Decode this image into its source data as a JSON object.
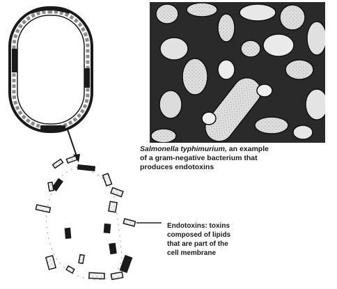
{
  "photo_caption": {
    "species": "Salmonella typhimurium,",
    "line1_rest": " an example",
    "line2": "of a gram-negative bacterium that",
    "line3": "produces endotoxins"
  },
  "endotoxin_label": {
    "line1": "Endotoxins: toxins",
    "line2": "composed of lipids",
    "line3": "that are part of the",
    "line4": "cell membrane"
  },
  "colors": {
    "ink": "#1a1a1a",
    "photo_background": "#2a2a2a",
    "photo_cells": "#d9d9d9"
  }
}
